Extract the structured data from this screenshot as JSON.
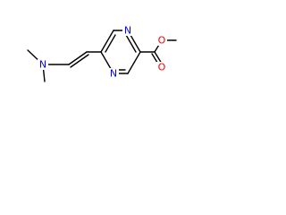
{
  "molecule": {
    "colors": {
      "bond": "#000000",
      "nitrogen": "#0000ff",
      "oxygen": "#ff0000",
      "background": "#ffffff"
    },
    "atoms": {
      "n_amine": "N",
      "n_ring_top": "N",
      "n_ring_bottom": "N",
      "o_carbonyl": "O",
      "o_ester": "O"
    }
  }
}
